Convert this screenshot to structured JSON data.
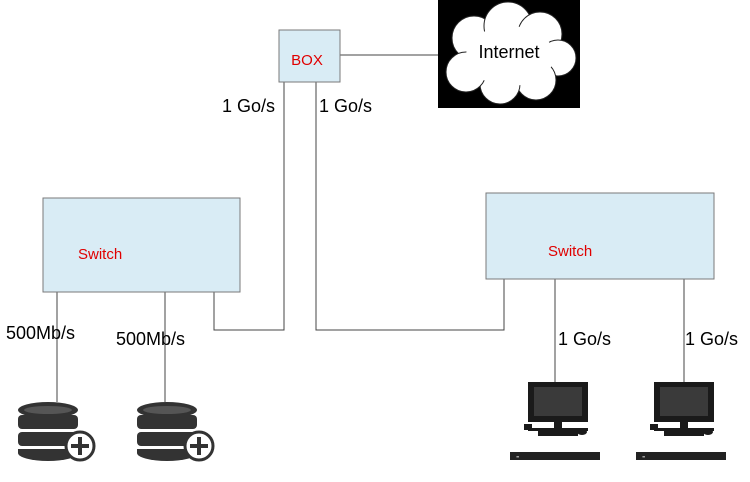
{
  "box": {
    "label": "BOX"
  },
  "internet": {
    "label": "Internet",
    "icon": "cloud-icon"
  },
  "switch_left": {
    "label": "Switch"
  },
  "switch_right": {
    "label": "Switch"
  },
  "links": {
    "box_to_left_switch": "1 Go/s",
    "box_to_right_switch": "1 Go/s",
    "left_switch_to_db1": "500Mb/s",
    "left_switch_to_db2": "500Mb/s",
    "right_switch_to_pc1": "1 Go/s",
    "right_switch_to_pc2": "1 Go/s"
  },
  "devices": {
    "database_icon": "database-add-icon",
    "computer_icon": "computer-icon"
  },
  "colors": {
    "node_fill": "#d9ecf5",
    "node_stroke": "#7a7a7a",
    "label_red": "#e00000",
    "line": "#444444",
    "internet_bg": "#000000",
    "cloud_fill": "#ffffff"
  }
}
